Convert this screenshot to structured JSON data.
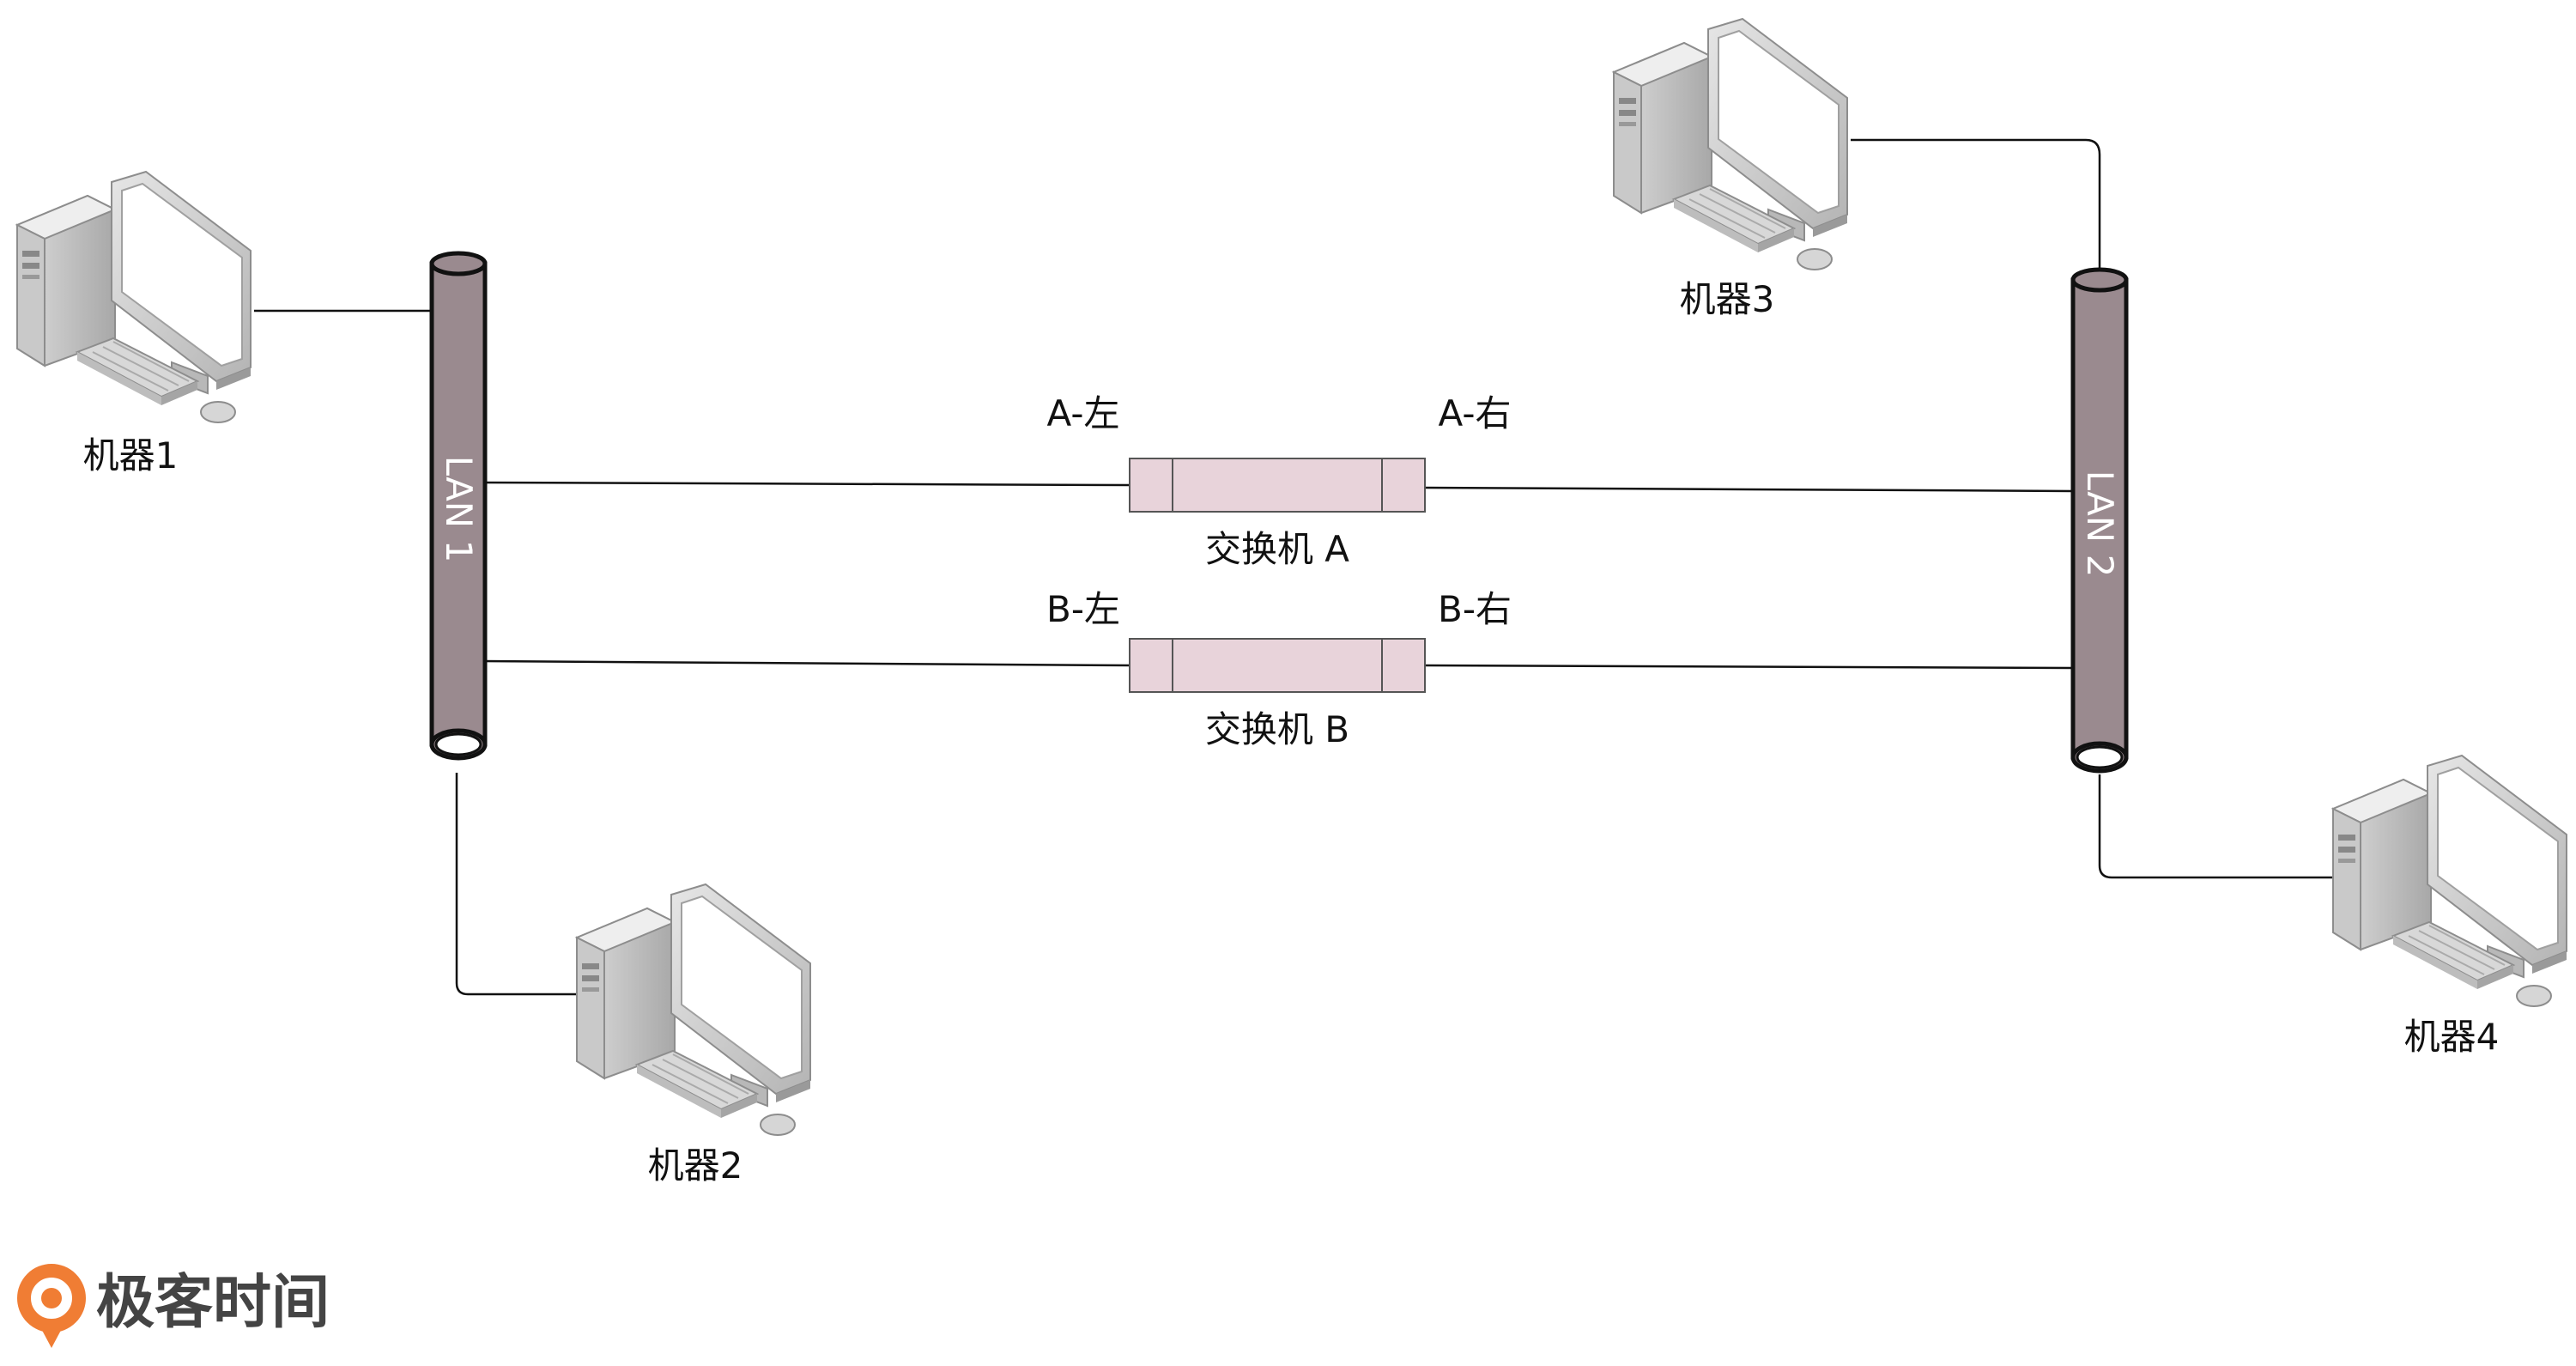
{
  "machines": {
    "m1": {
      "label": "机器1"
    },
    "m2": {
      "label": "机器2"
    },
    "m3": {
      "label": "机器3"
    },
    "m4": {
      "label": "机器4"
    }
  },
  "lans": {
    "lan1": {
      "label": "LAN 1"
    },
    "lan2": {
      "label": "LAN 2"
    }
  },
  "switches": {
    "a": {
      "label": "交换机 A",
      "left_port": "A-左",
      "right_port": "A-右"
    },
    "b": {
      "label": "交换机 B",
      "left_port": "B-左",
      "right_port": "B-右"
    }
  },
  "watermark": {
    "text": "极客时间"
  },
  "colors": {
    "lan_fill": "#9a8a8f",
    "switch_fill": "#e8d3da",
    "line": "#111111",
    "brand_orange": "#f07d34",
    "brand_gray": "#444444"
  }
}
